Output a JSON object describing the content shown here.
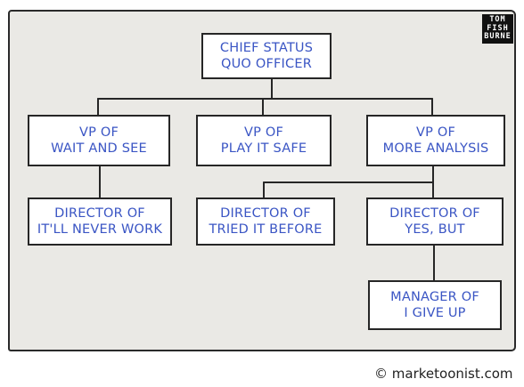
{
  "logo": {
    "lines": [
      "TOM",
      "FISH",
      "BURNE"
    ]
  },
  "org_chart": {
    "chief": {
      "line1": "CHIEF STATUS",
      "line2": "QUO OFFICER"
    },
    "vps": [
      {
        "line1": "VP OF",
        "line2": "WAIT AND SEE"
      },
      {
        "line1": "VP OF",
        "line2": "PLAY IT SAFE"
      },
      {
        "line1": "VP OF",
        "line2": "MORE ANALYSIS"
      }
    ],
    "directors": [
      {
        "line1": "DIRECTOR OF",
        "line2": "IT'LL NEVER WORK"
      },
      {
        "line1": "DIRECTOR OF",
        "line2": "TRIED IT BEFORE"
      },
      {
        "line1": "DIRECTOR OF",
        "line2": "YES, BUT"
      }
    ],
    "manager": {
      "line1": "MANAGER OF",
      "line2": "I GIVE UP"
    }
  },
  "credit": "marketoonist.com",
  "credit_symbol": "©",
  "colors": {
    "text": "#3a55c4",
    "panel": "#eae9e5",
    "outline": "#262626"
  }
}
